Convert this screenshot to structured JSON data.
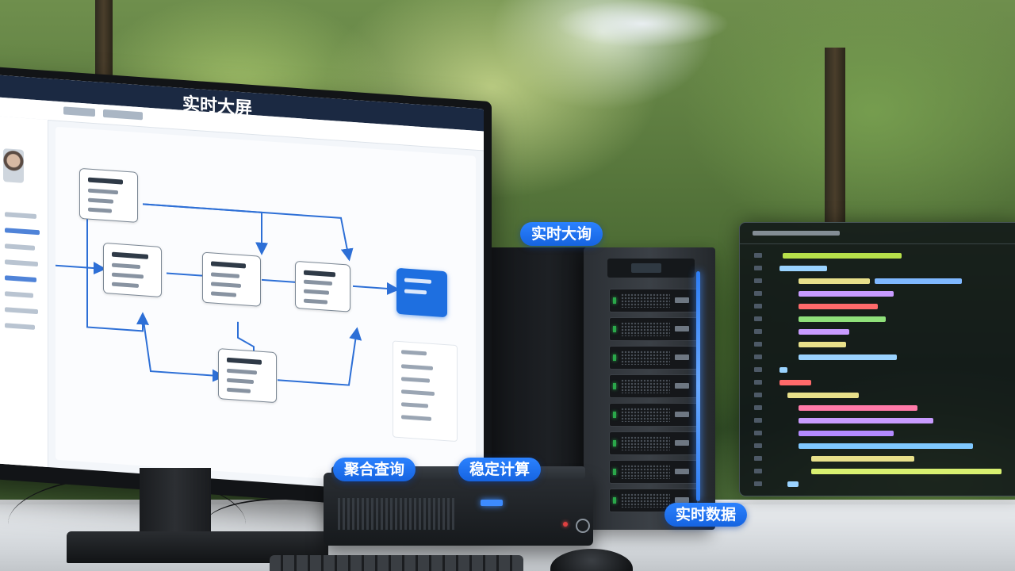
{
  "screen": {
    "title": "实时大屏"
  },
  "labels": {
    "realtime_query": "实时大询",
    "aggregate_query": "聚合查询",
    "stable_compute": "稳定计算",
    "realtime_data": "实时数据"
  },
  "colors": {
    "accent": "#1e6fe0",
    "label_bg": "#1f72ef",
    "server_led": "#2d7df5",
    "status_led": "#2aa84a"
  },
  "icons": [
    "avatar",
    "flow-node",
    "server-bay",
    "power-button"
  ]
}
